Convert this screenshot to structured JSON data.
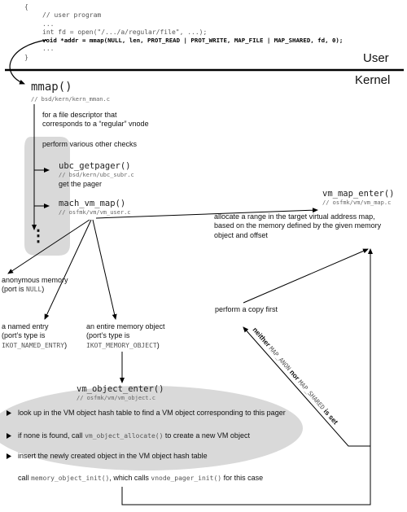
{
  "code": {
    "brace_open": "{",
    "comment": "// user program",
    "dots1": "...",
    "fd_line": "int fd = open(\"/.../a/regular/file\", ...);",
    "mmap_line": "void *addr = mmap(NULL, len, PROT_READ | PROT_WRITE, MAP_FILE | MAP_SHARED, fd, 0);",
    "dots2": "...",
    "brace_close": "}"
  },
  "regions": {
    "user": "User",
    "kernel": "Kernel"
  },
  "mmap": {
    "name": "mmap()",
    "path": "// bsd/kern/kern_mman.c",
    "desc1": "for a file descriptor that",
    "desc2": "corresponds to a “regular” vnode",
    "checks": "perform various other checks",
    "ubc_name": "ubc_getpager()",
    "ubc_path": "// bsd/kern/ubc_subr.c",
    "ubc_desc": "get the pager",
    "mach_name": "mach_vm_map()",
    "mach_path": "// osfmk/vm/vm_user.c",
    "ellipsis": "⋮"
  },
  "branches": {
    "anon_title": "anonymous memory",
    "anon_sub_pre": "(port is ",
    "anon_sub_code": "NULL",
    "anon_sub_post": ")",
    "named_title": "a named entry",
    "named_sub1": "(port’s type is",
    "named_code": "IKOT_NAMED_ENTRY",
    "named_close": ")",
    "obj_title": "an entire memory object",
    "obj_sub1": "(port’s type is",
    "obj_code": "IKOT_MEMORY_OBJECT",
    "obj_close": ")"
  },
  "vm_map_enter": {
    "name": "vm_map_enter()",
    "path": "// osfmk/vm/vm_map.c",
    "desc1": "allocate a range in the target virtual address map,",
    "desc2": "based on the memory defined by the given memory",
    "desc3": "object and offset"
  },
  "copy": {
    "text": "perform a copy first",
    "neither": "neither",
    "map_anon": "MAP_ANON",
    "nor": "nor",
    "map_shared": "MAP_SHARED",
    "is_set": "is set"
  },
  "vm_object_enter": {
    "name": "vm_object_enter()",
    "path": "// osfmk/vm/vm_object.c",
    "step1": "look up in the VM object hash table to find a VM object corresponding to this pager",
    "step2_pre": "if none is found, call ",
    "step2_code": "vm_object_allocate()",
    "step2_post": " to create a new VM object",
    "step3": "insert the newly created object in the VM object hash table",
    "step4_pre": "call ",
    "step4_code1": "memory_object_init()",
    "step4_mid": ", which calls ",
    "step4_code2": "vnode_pager_init()",
    "step4_post": " for this case"
  }
}
